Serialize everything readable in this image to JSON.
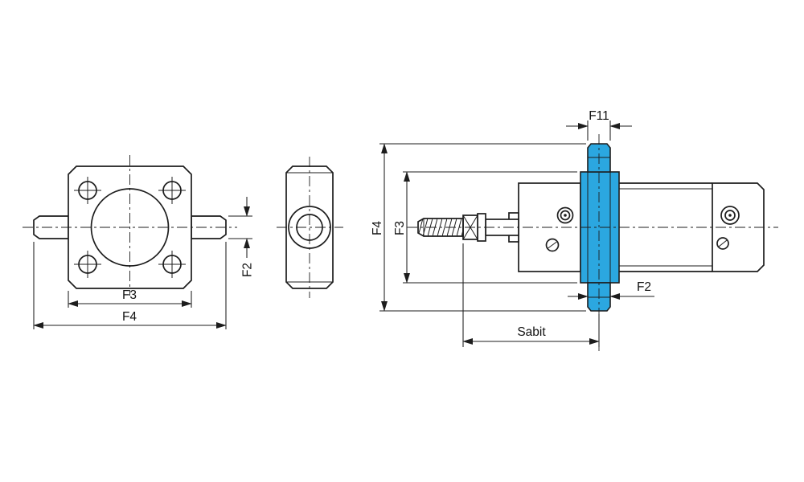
{
  "drawing": {
    "background": "#ffffff",
    "line_color": "#1d1d1d",
    "highlight_color": "#2ba7e0",
    "views": {
      "front_flange": {
        "dim_flange_width": "F3",
        "dim_overall_width": "F4",
        "dim_pin_diameter": "F2"
      },
      "cylinder_side": {
        "dim_pin_top_width": "F11",
        "dim_overall_height": "F4",
        "dim_block_height": "F3",
        "dim_pin_bottom_width": "F2",
        "dim_fixed_length": "Sabit"
      }
    }
  }
}
